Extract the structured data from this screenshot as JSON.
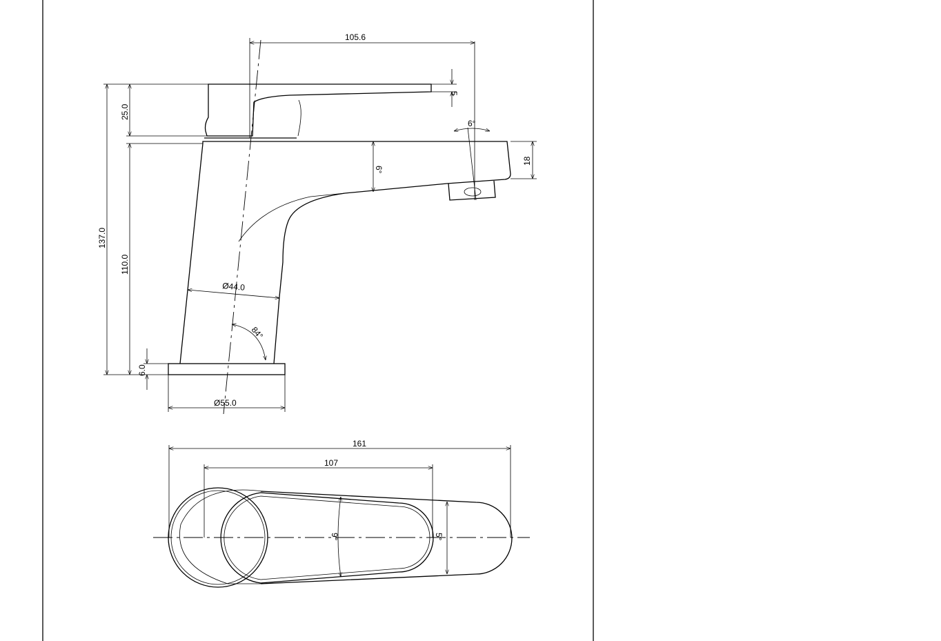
{
  "side_view": {
    "dims": {
      "spout_reach": "105.6",
      "lever_thickness": "5",
      "spout_angle": "6°",
      "handle_height": "25.0",
      "spout_end_height": "18",
      "spout_taper": "6°",
      "total_height": "137.0",
      "body_height": "110.0",
      "body_diameter": "Ø44.0",
      "body_angle": "84°",
      "base_height": "6.0",
      "base_diameter": "Ø55.0"
    }
  },
  "top_view": {
    "dims": {
      "total_length": "161",
      "lever_length": "107",
      "lever_angle": "9°",
      "spout_angle": "5°"
    }
  }
}
